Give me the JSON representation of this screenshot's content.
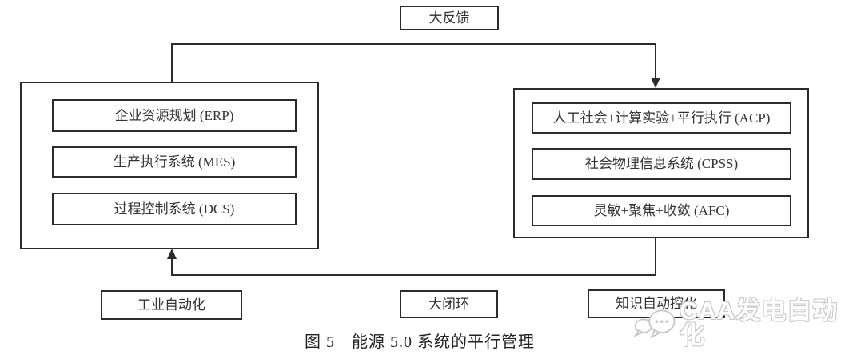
{
  "diagram": {
    "feedback_label": "大反馈",
    "real_system": {
      "boxes": [
        "企业资源规划 (ERP)",
        "生产执行系统 (MES)",
        "过程控制系统 (DCS)"
      ]
    },
    "artificial_system": {
      "boxes": [
        "人工社会+计算实验+平行执行 (ACP)",
        "社会物理信息系统 (CPSS)",
        "灵敏+聚焦+收敛 (AFC)"
      ]
    },
    "bottom_labels": {
      "industrial_automation": "工业自动化",
      "closed_loop": "大闭环",
      "knowledge_automation": "知识自动控化"
    },
    "caption": "图 5　能源 5.0 系统的平行管理",
    "watermark_text": "CAA发电自动化",
    "colors": {
      "line": "#2b2b2b",
      "text": "#333333",
      "background": "#ffffff",
      "watermark_fill": "#ffffff",
      "watermark_outline": "#c8c8c8"
    }
  }
}
